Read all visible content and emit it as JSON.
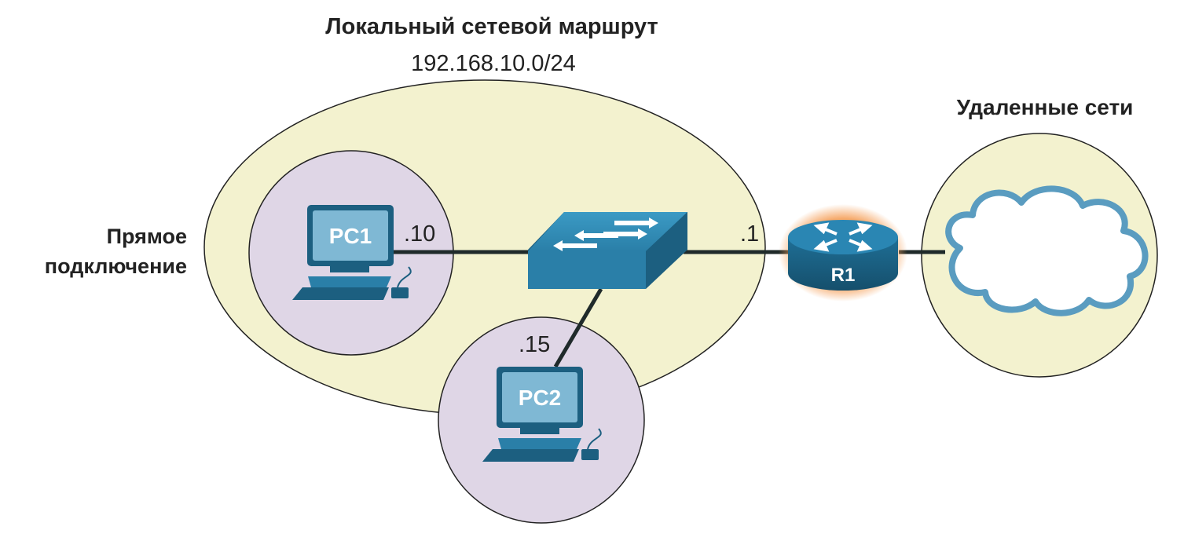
{
  "local_route": {
    "title": "Локальный сетевой маршрут",
    "subnet": "192.168.10.0/24"
  },
  "direct_connection": {
    "line1": "Прямое",
    "line2": "подключение"
  },
  "remote_networks": {
    "title": "Удаленные сети"
  },
  "devices": {
    "pc1": {
      "label": "PC1",
      "address": ".10"
    },
    "pc2": {
      "label": "PC2",
      "address": ".15"
    },
    "router": {
      "label": "R1",
      "address": ".1"
    }
  },
  "colors": {
    "local_zone": "#f3f2cf",
    "host_zone": "#dfd6e6",
    "device_blue": "#2a7fa8",
    "device_dark": "#1c5f80",
    "screen": "#7fb8d4",
    "link": "#1f2a2a",
    "router_glow": "#f5a05a",
    "cloud_outline": "#5a9cc0"
  }
}
